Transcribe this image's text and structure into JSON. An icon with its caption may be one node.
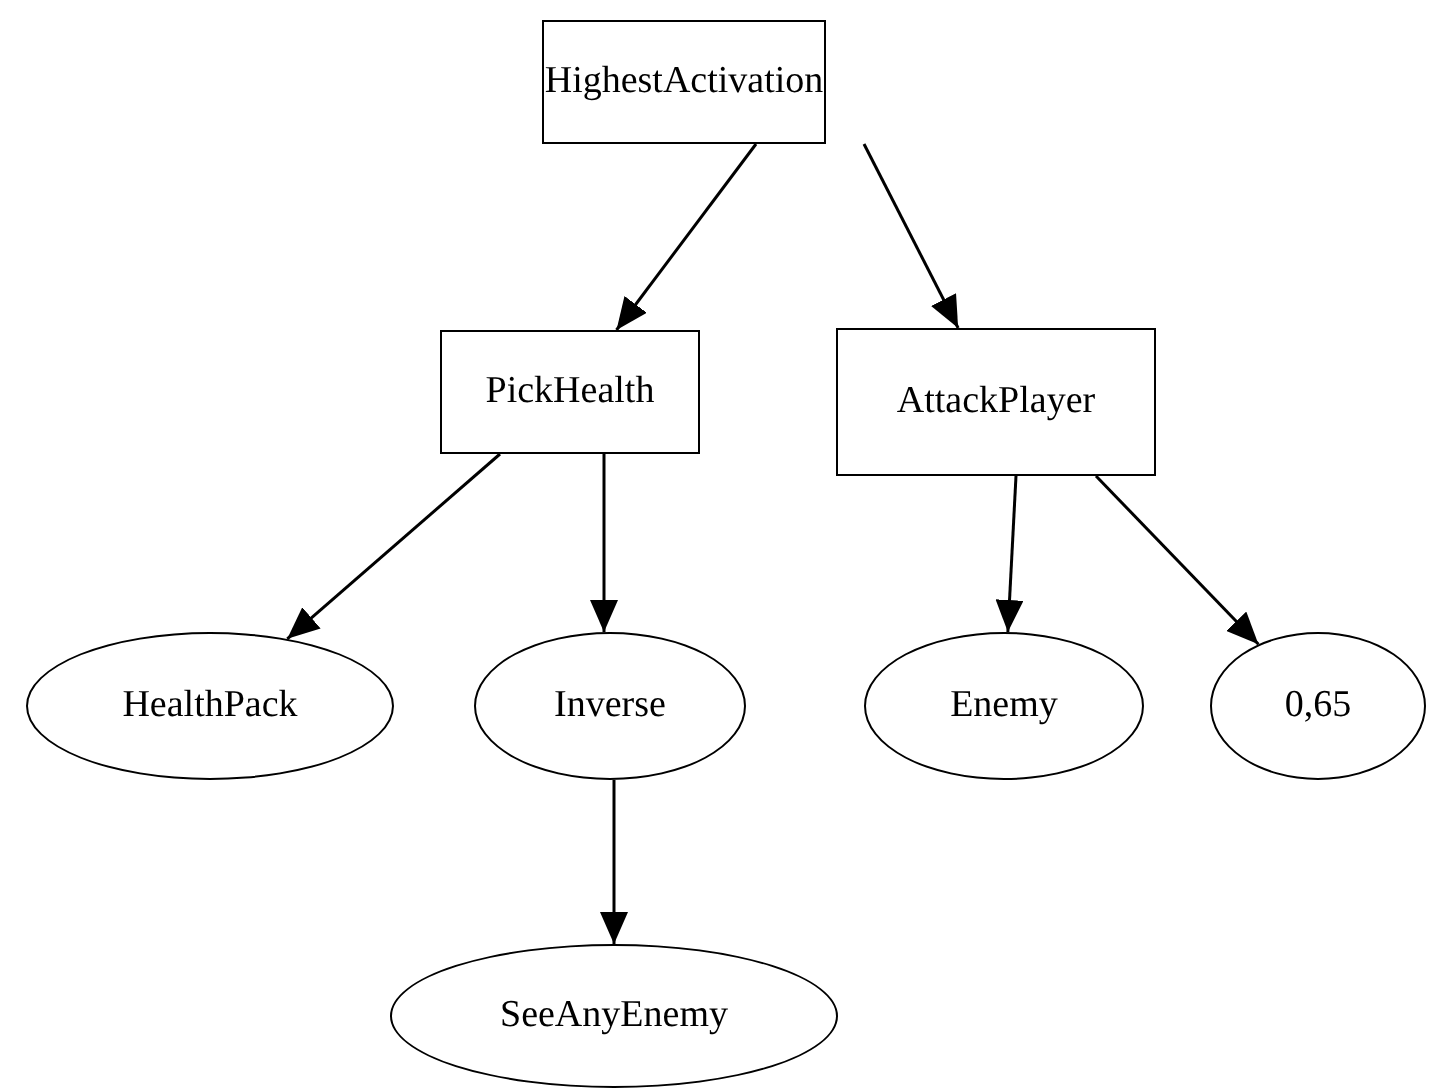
{
  "diagram": {
    "nodes": [
      {
        "text": [
          "HighestActivation"
        ]
      },
      {
        "text": [
          "PickHealth"
        ]
      },
      {
        "text": [
          "AttackPlayer"
        ]
      },
      {
        "text": [
          "HealthPack"
        ]
      },
      {
        "text": [
          "Inverse"
        ]
      },
      {
        "text": [
          "Enemy"
        ]
      },
      {
        "text": [
          "0,65"
        ]
      },
      {
        "text": [
          "SeeAnyEnemy"
        ]
      }
    ],
    "edges": [
      {
        "from": 0,
        "to": 1,
        "arrow": "to"
      },
      {
        "from": 0,
        "to": 2,
        "arrow": "to"
      },
      {
        "from": 1,
        "to": 3,
        "arrow": "to"
      },
      {
        "from": 1,
        "to": 4,
        "arrow": "to"
      },
      {
        "from": 2,
        "to": 5,
        "arrow": "to"
      },
      {
        "from": 2,
        "to": 6,
        "arrow": "to"
      },
      {
        "from": 4,
        "to": 7,
        "arrow": "to"
      }
    ]
  }
}
